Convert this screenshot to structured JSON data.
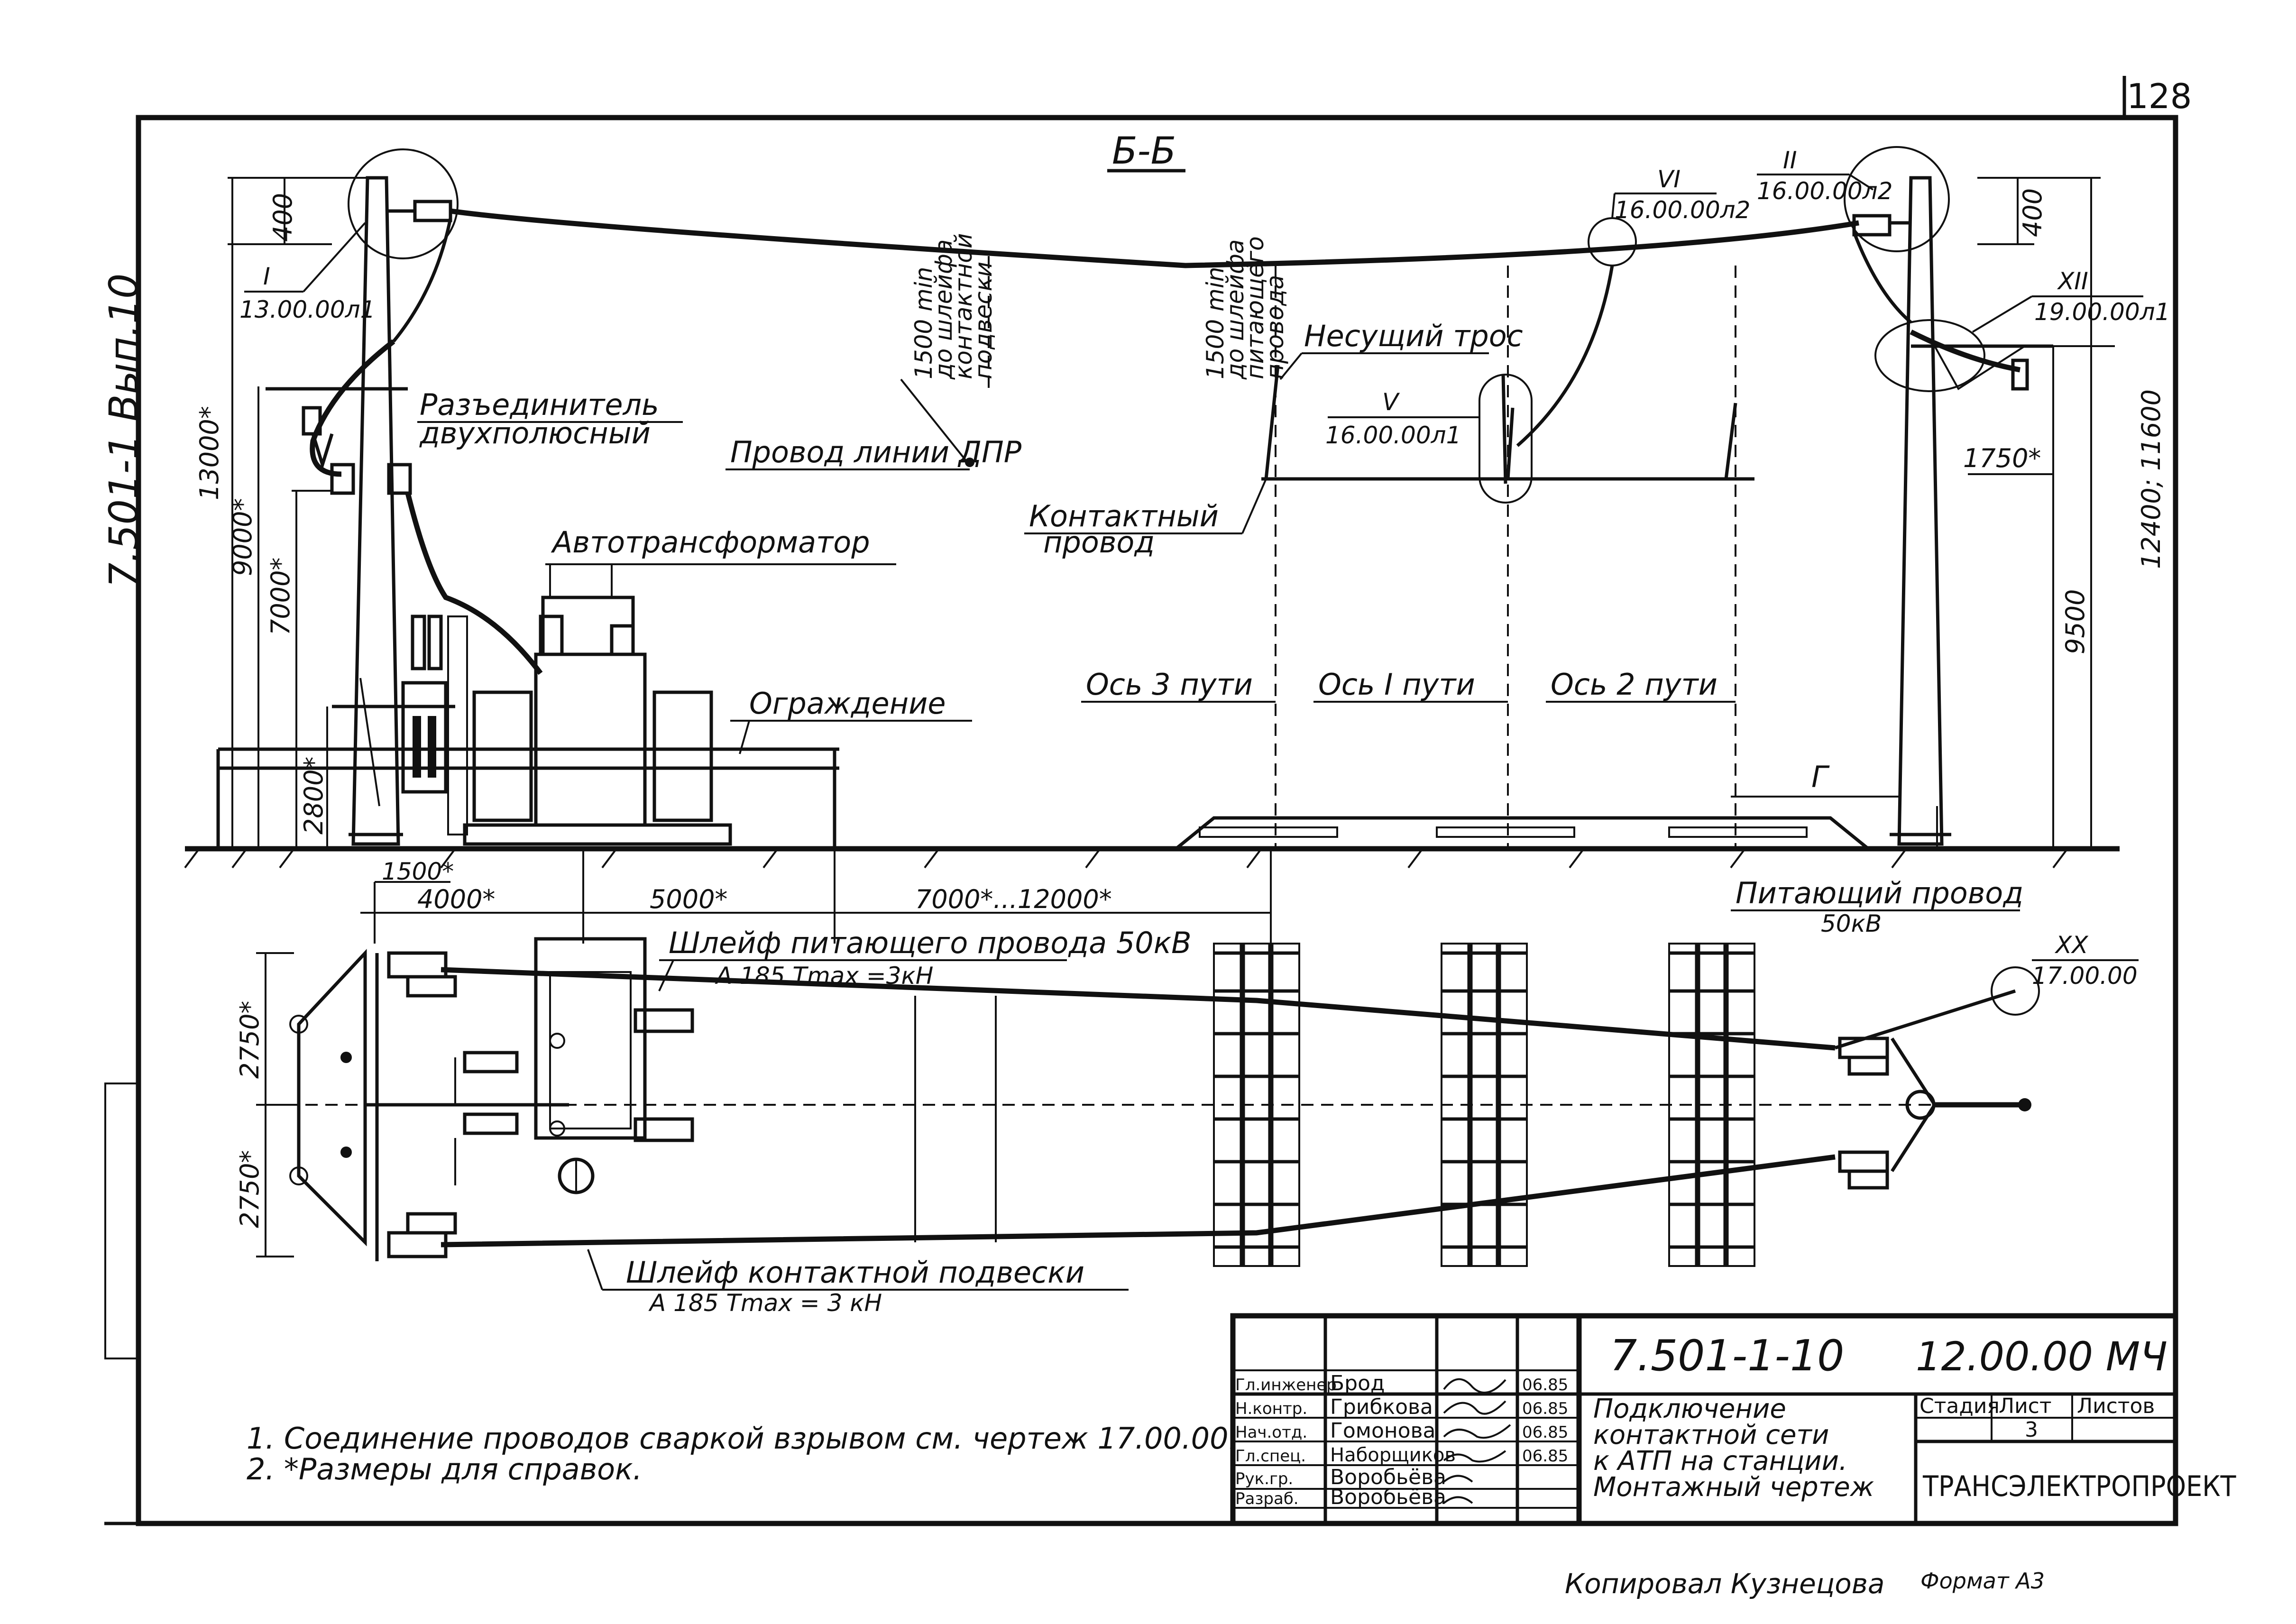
{
  "sheet": {
    "page_number": "128",
    "side_code": "7.501-1   Вып.10",
    "section_title": "Б-Б"
  },
  "elevation": {
    "labels": {
      "disconnector": [
        "Разъединитель",
        "двухполюсный"
      ],
      "autotransformer": "Автотрансформатор",
      "fence": "Ограждение",
      "dpr_wire": "Провод линии ДПР",
      "messenger": "Несущий трос",
      "contact_wire": [
        "Контактный",
        "провод"
      ],
      "axis_3": "Ось 3 пути",
      "axis_1": "Ось I пути",
      "axis_2": "Ось 2 пути",
      "feeder": [
        "Питающий  провод",
        "50кВ"
      ],
      "note_a": [
        "1500 min",
        "до шлейфа",
        "контактной",
        "подвески"
      ],
      "note_b": [
        "1500 min",
        "до шлейфа",
        "питающего",
        "провода"
      ],
      "gamma": "Г"
    },
    "callouts": [
      {
        "num": "I",
        "ref": "13.00.00л1"
      },
      {
        "num": "VI",
        "ref": "16.00.00л2"
      },
      {
        "num": "II",
        "ref": "16.00.00л2"
      },
      {
        "num": "XII",
        "ref": "19.00.00л1"
      },
      {
        "num": "V",
        "ref": "16.00.00л1"
      }
    ],
    "dims_left": [
      "400",
      "13000*",
      "9000*",
      "7000*",
      "2800*"
    ],
    "dims_right": [
      "400",
      "1750*",
      "12400; 11600",
      "9500"
    ],
    "dims_bottom": [
      "1500*",
      "4000*",
      "5000*",
      "7000*...12000*"
    ]
  },
  "plan": {
    "labels": {
      "feeder_loop": [
        "Шлейф питающего провода  50кВ",
        "А 185   Tmax =3кН"
      ],
      "contact_loop": [
        "Шлейф  контактной  подвески",
        "А 185   Tmax = 3 кН"
      ]
    },
    "callout": {
      "num": "XX",
      "ref": "17.00.00"
    },
    "dims": [
      "2750*",
      "2750*"
    ]
  },
  "notes": [
    "1. Соединение проводов сваркой взрывом см. чертеж 17.00.00.",
    "2. *Размеры для справок."
  ],
  "title_block": {
    "doc_code": "7.501-1-10",
    "sheet_code": "12.00.00 МЧ",
    "title": [
      "Подключение",
      "контактной сети",
      "к АТП на станции.",
      "Монтажный чертеж"
    ],
    "stage_label": "Стадия",
    "sheet_label": "Лист",
    "sheets_label": "Листов",
    "sheet_no": "3",
    "org": "ТРАНСЭЛЕКТРОПРОЕКТ",
    "staff": [
      {
        "role": "Гл.инженер",
        "name": "Брод",
        "date": "06.85"
      },
      {
        "role": "Н.контр.",
        "name": "Грибкова",
        "date": "06.85"
      },
      {
        "role": "Нач.отд.",
        "name": "Гомонова",
        "date": "06.85"
      },
      {
        "role": "Гл.спец.",
        "name": "Наборщиков",
        "date": "06.85"
      },
      {
        "role": "Рук.гр.",
        "name": "Воробьёва",
        "date": ""
      },
      {
        "role": "Разраб.",
        "name": "Воробьёва",
        "date": ""
      }
    ]
  },
  "footer": {
    "copied_by": "Копировал  Кузнецова",
    "format": "Формат А3"
  }
}
